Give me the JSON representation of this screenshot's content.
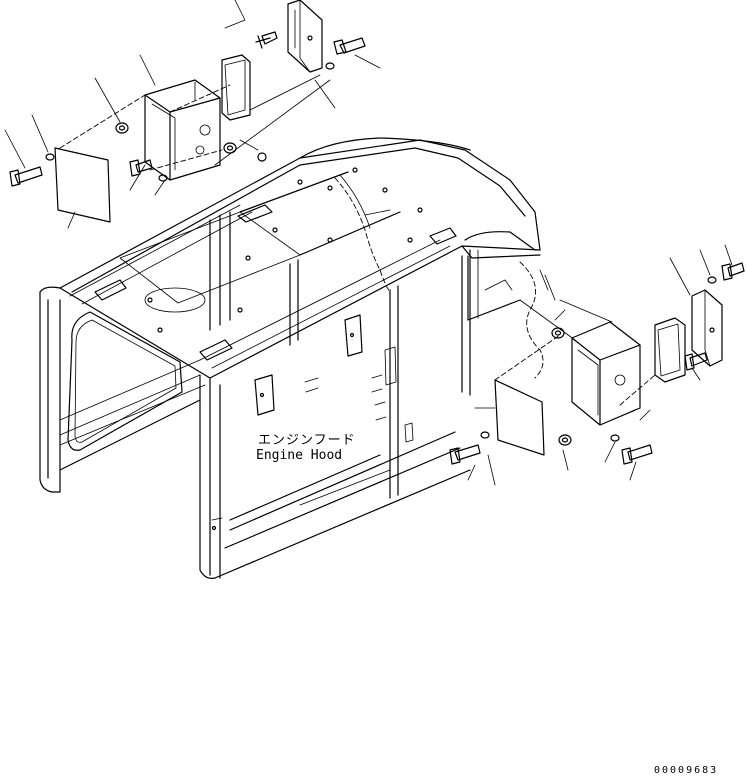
{
  "diagram": {
    "caption_japanese": "エンジンフード",
    "caption_english": "Engine Hood",
    "drawing_number": "00009683"
  }
}
